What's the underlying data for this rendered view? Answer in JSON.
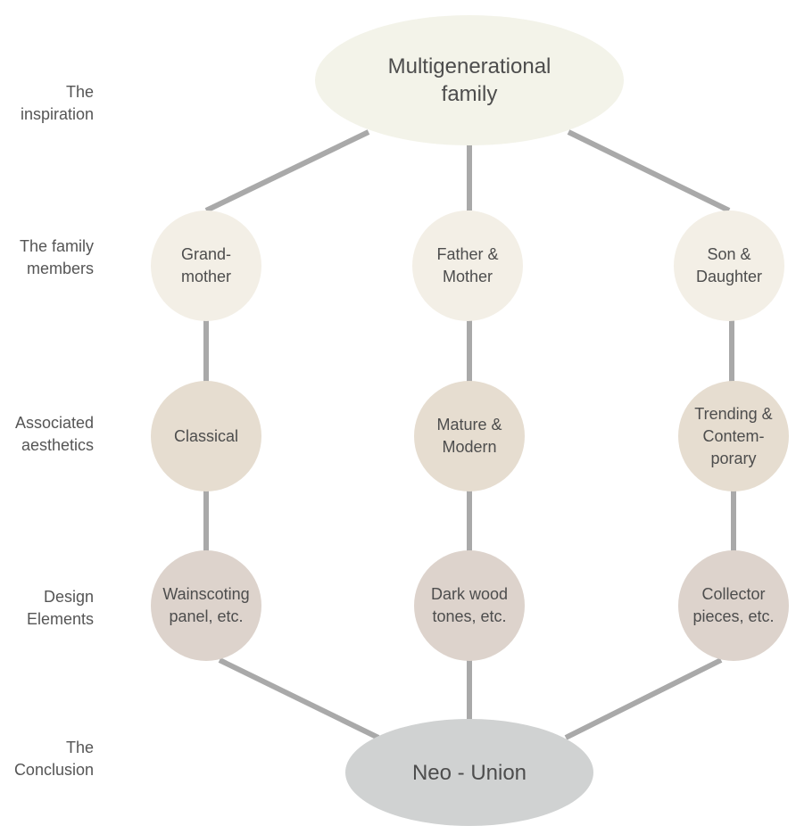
{
  "row_labels": {
    "inspiration": "The\ninspiration",
    "members": "The family\nmembers",
    "aesthetics": "Associated\naesthetics",
    "elements": "Design\nElements",
    "conclusion": "The\nConclusion"
  },
  "nodes": {
    "top": "Multigenerational\nfamily",
    "grandmother": "Grand-\nmother",
    "parents": "Father &\nMother",
    "children": "Son &\nDaughter",
    "classical": "Classical",
    "mature_modern": "Mature &\nModern",
    "trending": "Trending &\nContem-\nporary",
    "wainscoting": "Wainscoting\npanel, etc.",
    "dark_wood": "Dark wood\ntones, etc.",
    "collector": "Collector\npieces, etc.",
    "conclusion": "Neo - Union"
  },
  "colors": {
    "connector": "#a9a9a9",
    "top_fill": "#f3f3e9",
    "members_fill": "#f3efe6",
    "aesthetics_fill": "#e6ddd0",
    "elements_fill": "#ddd3cc",
    "conclusion_fill": "#d0d2d2"
  }
}
